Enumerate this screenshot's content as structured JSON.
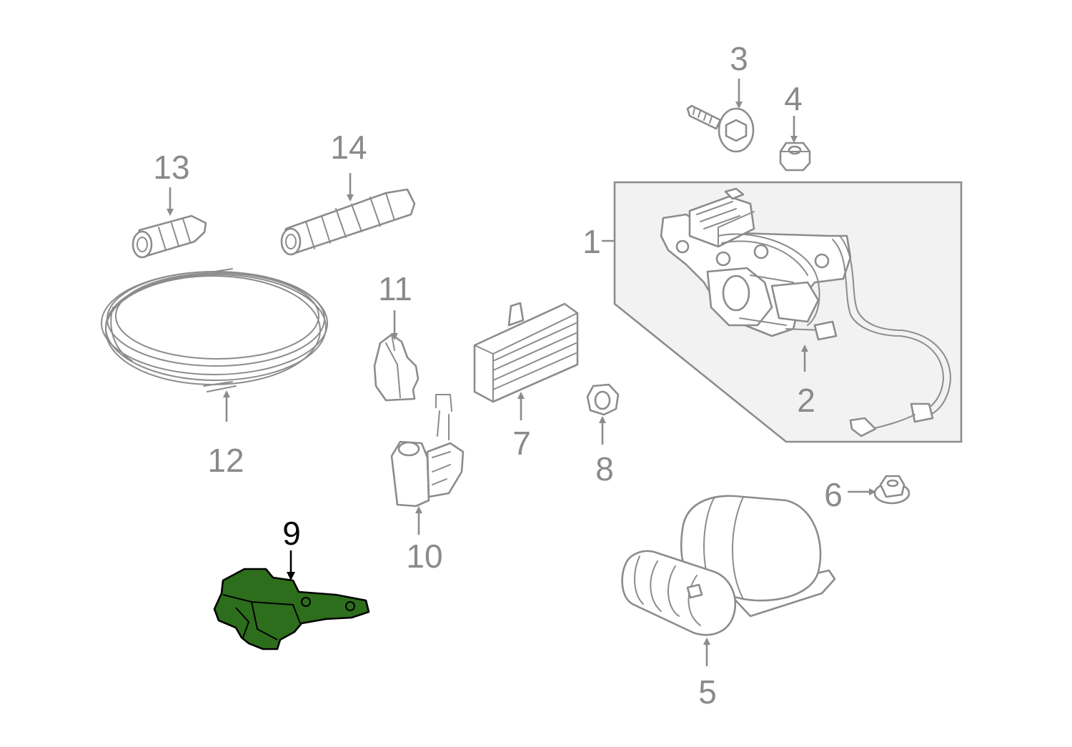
{
  "diagram": {
    "colors": {
      "line": "#8c8c8c",
      "label": "#8a8a8a",
      "highlight_fill": "#2d6e1c",
      "highlight_label": "#000000",
      "panel_fill": "#f2f2f2"
    },
    "highlighted_part": "9",
    "callouts": [
      {
        "id": "1",
        "text": "1"
      },
      {
        "id": "2",
        "text": "2"
      },
      {
        "id": "3",
        "text": "3"
      },
      {
        "id": "4",
        "text": "4"
      },
      {
        "id": "5",
        "text": "5"
      },
      {
        "id": "6",
        "text": "6"
      },
      {
        "id": "7",
        "text": "7"
      },
      {
        "id": "8",
        "text": "8"
      },
      {
        "id": "9",
        "text": "9"
      },
      {
        "id": "10",
        "text": "10"
      },
      {
        "id": "11",
        "text": "11"
      },
      {
        "id": "12",
        "text": "12"
      },
      {
        "id": "13",
        "text": "13"
      },
      {
        "id": "14",
        "text": "14"
      }
    ]
  }
}
